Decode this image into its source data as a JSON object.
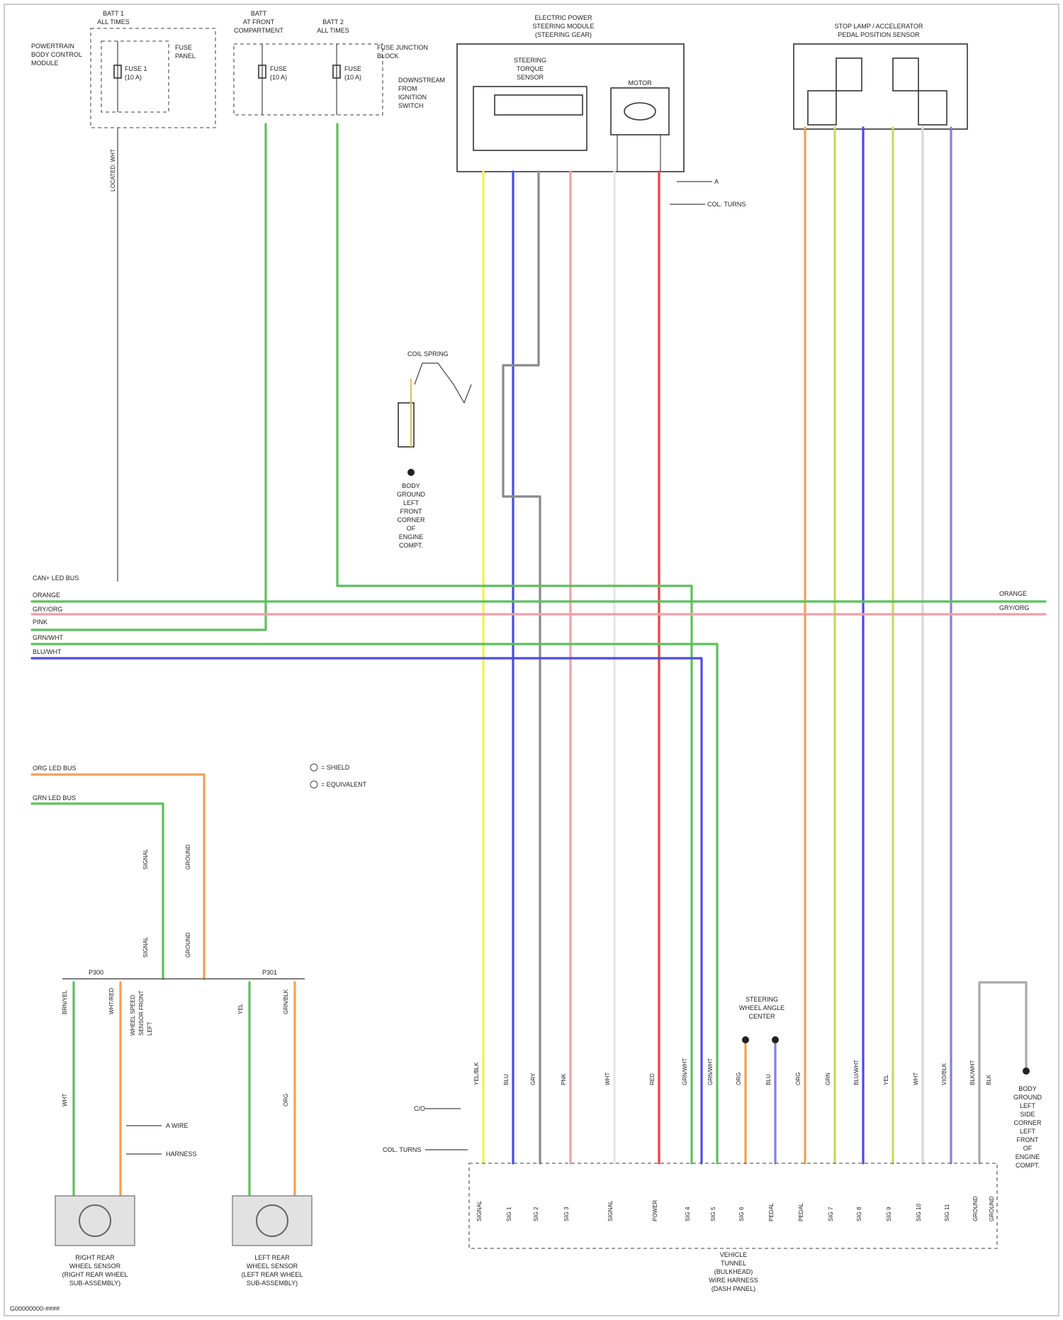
{
  "page_label": "G00000000-####",
  "boxes": {
    "fuse_left": {
      "title": [
        "BATT 1",
        "ALL TIMES"
      ],
      "labels": [
        "FUSE 1",
        "(10 A)"
      ],
      "side_text": [
        "POWERTRAIN",
        "BODY CONTROL",
        "MODULE"
      ],
      "right_label": [
        "FUSE",
        "PANEL"
      ]
    },
    "fuse_mid1": {
      "title": [
        "BATT",
        "AT FRONT",
        "COMPARTMENT"
      ],
      "labels": [
        "FUSE",
        "(10 A)"
      ]
    },
    "fuse_mid2": {
      "title": [
        "BATT 2",
        "ALL TIMES"
      ],
      "labels": [
        "FUSE",
        "(10 A)"
      ]
    },
    "fuse_mid_side": [
      "FUSE JUNCTION",
      "BLOCK",
      "DOWNSTREAM",
      "FROM",
      "IGNITION",
      "SWITCH"
    ],
    "steering_module": {
      "title": [
        "ELECTRIC POWER",
        "STEERING MODULE",
        "(STEERING GEAR)"
      ],
      "inner": [
        "STEERING",
        "TORQUE",
        "SENSOR"
      ],
      "motor": "MOTOR"
    },
    "pedal_module": {
      "title": [
        "STOP LAMP / ACCELERATOR",
        "PEDAL POSITION SENSOR"
      ]
    }
  },
  "top_notes": {
    "loc_left": "LOCATED: WHT",
    "arrow_a": "A",
    "col_turns": "COL. TURNS"
  },
  "splice": {
    "label": "COIL SPRING",
    "ground_lines": [
      "BODY",
      "GROUND",
      "LEFT",
      "FRONT",
      "CORNER",
      "OF",
      "ENGINE",
      "COMPT."
    ]
  },
  "bus": {
    "header": "CAN+  LED BUS",
    "left_labels": [
      "ORANGE",
      "GRY/ORG",
      "PINK",
      "GRN/WHT",
      "BLU/WHT"
    ],
    "right_labels": [
      "ORANGE",
      "GRY/ORG"
    ]
  },
  "lower_left": {
    "legend": [
      "= SHIELD",
      "= EQUIVALENT"
    ],
    "wires": [
      "ORG  LED BUS",
      "GRN  LED BUS"
    ],
    "sensor_labels": [
      "WHEEL SPEED",
      "SENSOR FRONT",
      "LEFT"
    ],
    "mid_notes": [
      "A WIRE",
      "HARNESS"
    ],
    "wheel_left": [
      "RIGHT REAR",
      "WHEEL SENSOR",
      "(RIGHT REAR WHEEL",
      "SUB-ASSEMBLY)"
    ],
    "wheel_right": [
      "LEFT REAR",
      "WHEEL SENSOR",
      "(LEFT REAR WHEEL",
      "SUB-ASSEMBLY)"
    ],
    "vert_texts": [
      "SIGNAL",
      "GROUND",
      "SIGNAL",
      "GROUND",
      "BRN/YEL",
      "WHT/RED",
      "YEL",
      "GRN/BLK",
      "WHT",
      "ORG"
    ],
    "wire_ids": [
      "P300",
      "P301"
    ]
  },
  "bottom": {
    "title": [
      "VEHICLE",
      "TUNNEL",
      "(BULKHEAD)",
      "WIRE HARNESS",
      "(DASH PANEL)"
    ],
    "left_markers": [
      "C/O",
      "COL. TURNS"
    ],
    "joint": [
      "STEERING",
      "WHEEL ANGLE",
      "CENTER"
    ],
    "ground": [
      "BODY",
      "GROUND",
      "LEFT",
      "SIDE",
      "CORNER",
      "LEFT",
      "FRONT",
      "OF",
      "ENGINE",
      "COMPT."
    ],
    "wire_names": [
      "YEL/BLK",
      "BLU",
      "GRY",
      "PNK",
      "WHT",
      "RED",
      "GRN/WHT",
      "GRN/WHT",
      "ORG",
      "BLU",
      "ORG",
      "GRN",
      "BLU/WHT",
      "YEL",
      "WHT",
      "VIO/BLK",
      "BLK/WHT",
      "BLK"
    ],
    "pin_names": [
      "SIGNAL",
      "SIG 1",
      "SIG 2",
      "SIG 3",
      "SIGNAL",
      "POWER",
      "SIG 4",
      "SIG 5",
      "SIG 6",
      "PEDAL",
      "PEDAL",
      "SIG 7",
      "SIG 8",
      "SIG 9",
      "SIG 10",
      "SIG 11",
      "GROUND",
      "GROUND"
    ]
  },
  "wire_colors": {
    "yellow": "#f2f24a",
    "blue": "#4a4ae8",
    "gray": "#8a8a8a",
    "pink": "#f0a0a8",
    "white": "#e6e6e6",
    "red": "#e84040",
    "green": "#5cc05c",
    "orange": "#f5a050",
    "yellowgreen": "#c8d860",
    "violet": "#8080e0",
    "lightgray": "#d8d8d8"
  }
}
